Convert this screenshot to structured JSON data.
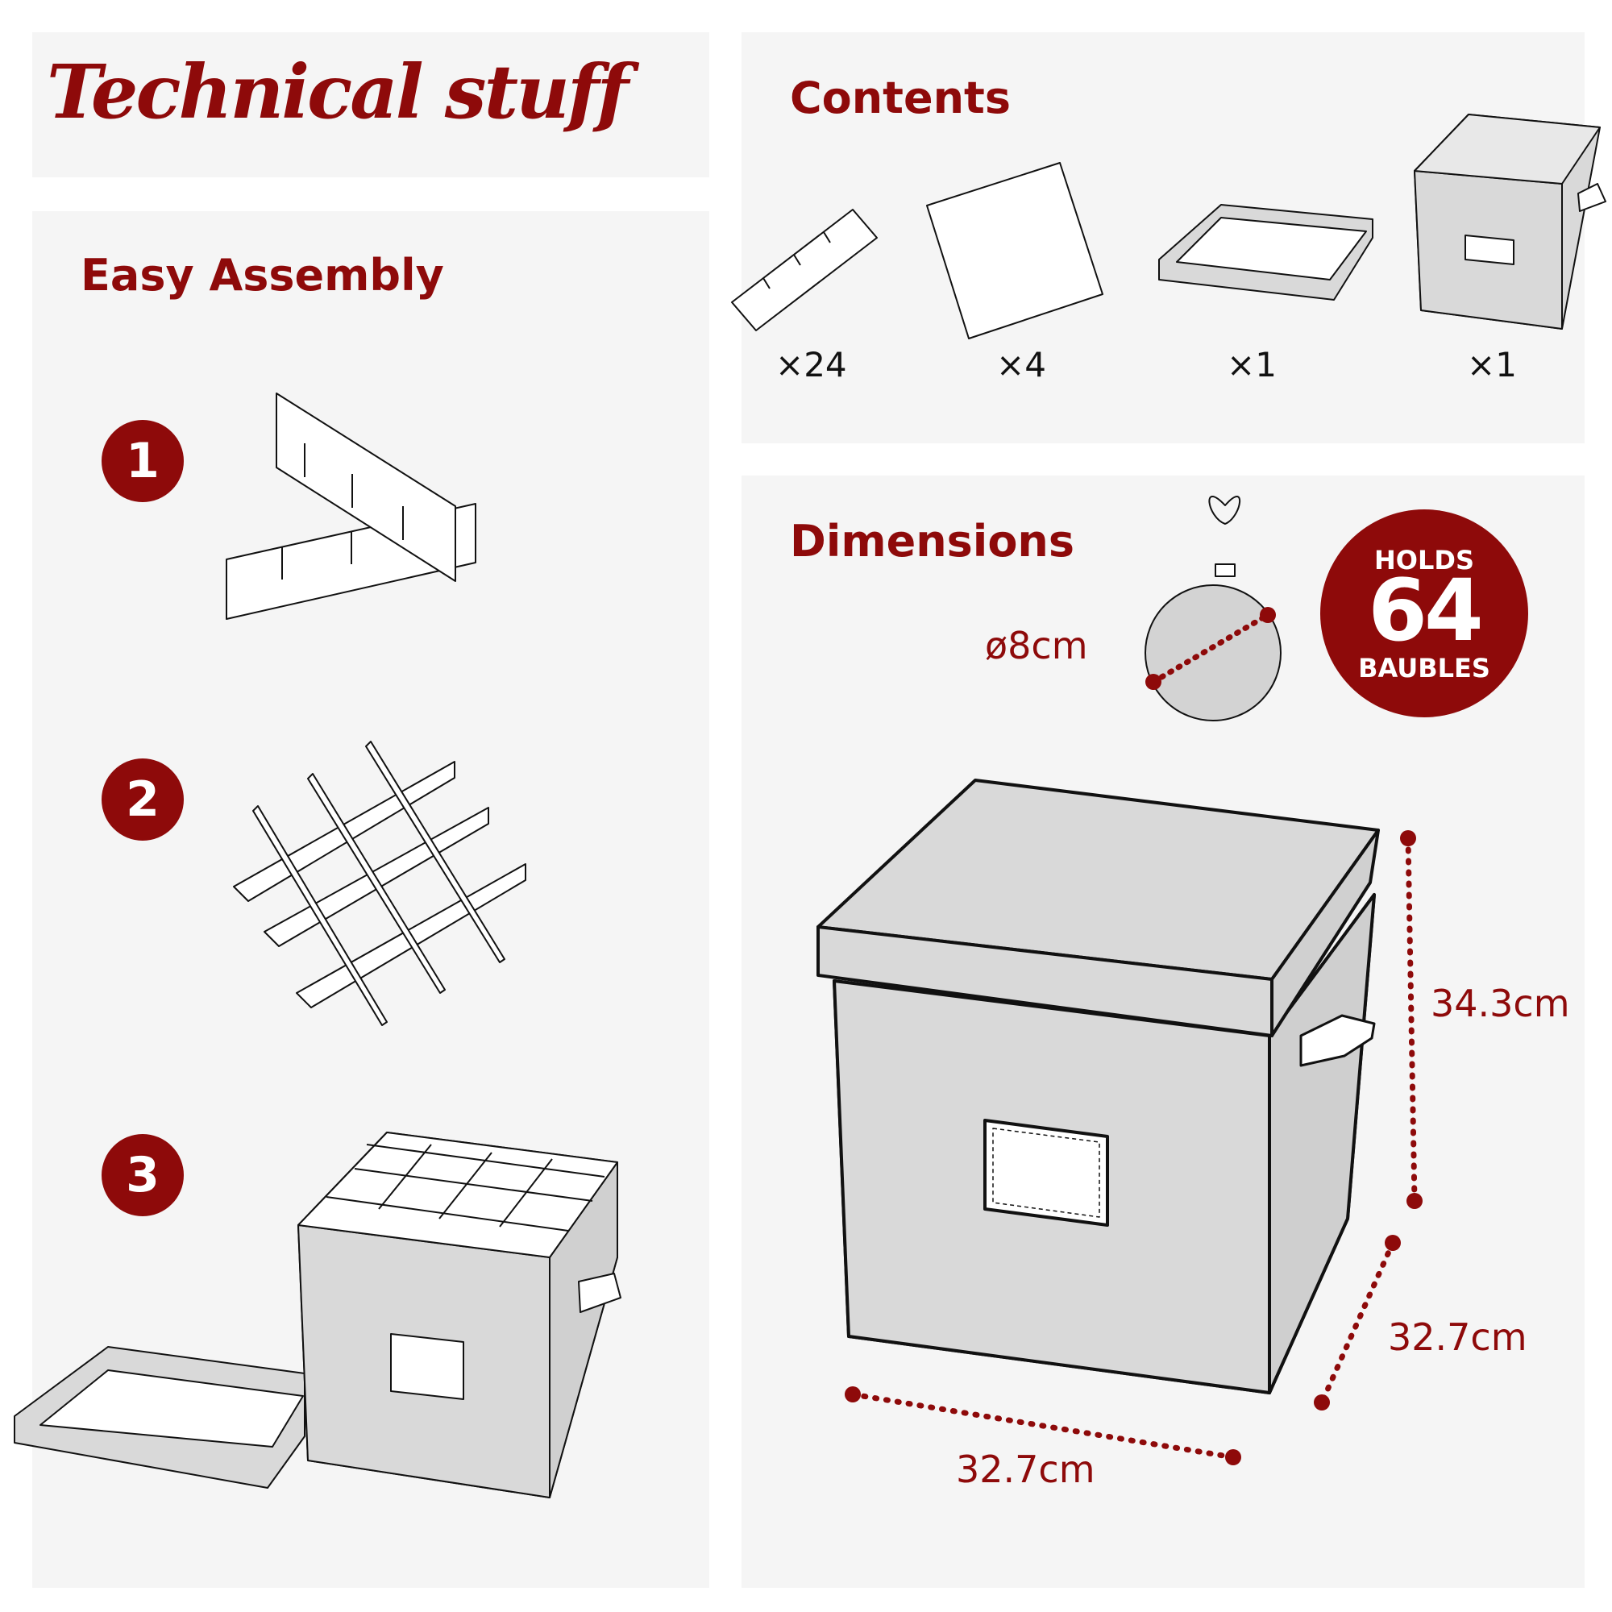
{
  "header": {
    "title": "Technical stuff"
  },
  "assembly": {
    "title": "Easy Assembly",
    "steps": [
      {
        "number": "1"
      },
      {
        "number": "2"
      },
      {
        "number": "3"
      }
    ]
  },
  "contents": {
    "title": "Contents",
    "items": [
      {
        "icon": "divider-strip-icon",
        "quantity": "×24"
      },
      {
        "icon": "square-sheet-icon",
        "quantity": "×4"
      },
      {
        "icon": "lid-tray-icon",
        "quantity": "×1"
      },
      {
        "icon": "storage-box-icon",
        "quantity": "×1"
      }
    ]
  },
  "dimensions": {
    "title": "Dimensions",
    "bauble_diameter": "ø8cm",
    "badge": {
      "line1": "HOLDS",
      "number": "64",
      "line2": "BAUBLES"
    },
    "height": "34.3cm",
    "depth": "32.7cm",
    "width": "32.7cm"
  },
  "colors": {
    "accent": "#8e0a0a",
    "panel": "#f5f5f5",
    "box_fill": "#d9d9d9"
  }
}
